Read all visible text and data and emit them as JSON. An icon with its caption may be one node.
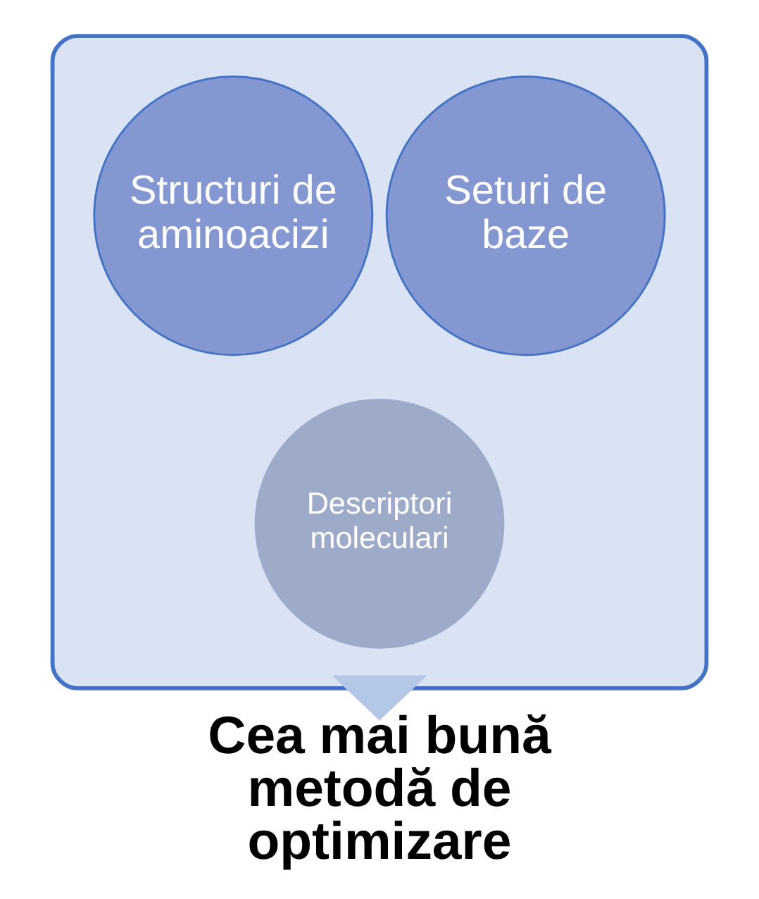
{
  "diagram": {
    "nodes": [
      {
        "text": [],
        "shape": "funnel"
      },
      {
        "text": [
          "Structuri de aminoacizi"
        ],
        "in": 0
      },
      {
        "text": [
          "Seturi de baze"
        ],
        "in": 0
      },
      {
        "text": [
          "Descriptori moleculari"
        ],
        "in": 0
      },
      {
        "text": [
          "Cea mai bună metodă de optimizare"
        ]
      }
    ],
    "edges": [
      {
        "from": 0,
        "to": 4,
        "arrow": "to",
        "style": "thick",
        "color": "#b4c7e7"
      }
    ]
  }
}
